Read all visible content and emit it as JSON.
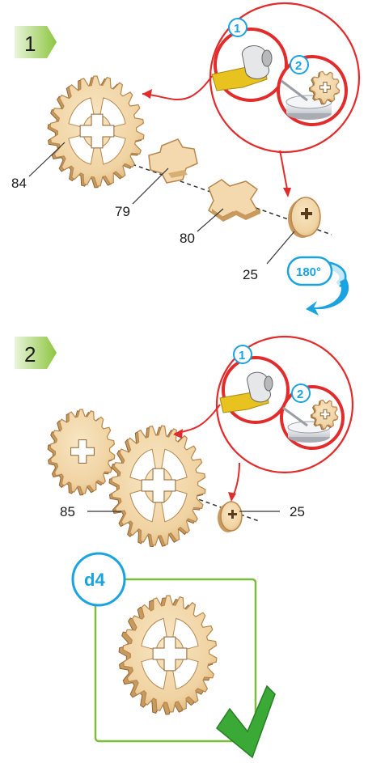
{
  "steps": [
    {
      "number": "1",
      "callout": {
        "sub1": "1",
        "sub2": "2"
      },
      "part_labels": [
        "84",
        "79",
        "80",
        "25"
      ],
      "rotate_badge": "180°"
    },
    {
      "number": "2",
      "callout": {
        "sub1": "1",
        "sub2": "2"
      },
      "part_labels": [
        "85",
        "25"
      ]
    }
  ],
  "result": {
    "badge": "d4"
  },
  "colors": {
    "step_badge_green": "#8cc63f",
    "callout_red": "#e22b2b",
    "accent_blue": "#1aa3e0",
    "wood": "#f3d9ad",
    "wood_edge": "#b9874d",
    "result_frame_green": "#7dbb3a",
    "check_green": "#3aa935",
    "tape_yellow": "#e8c21e"
  },
  "icons": [
    "step-arrow-badge",
    "tape-icon",
    "wax-stick-icon",
    "gear-wheel",
    "rotate-arrow-icon",
    "checkmark-icon"
  ]
}
